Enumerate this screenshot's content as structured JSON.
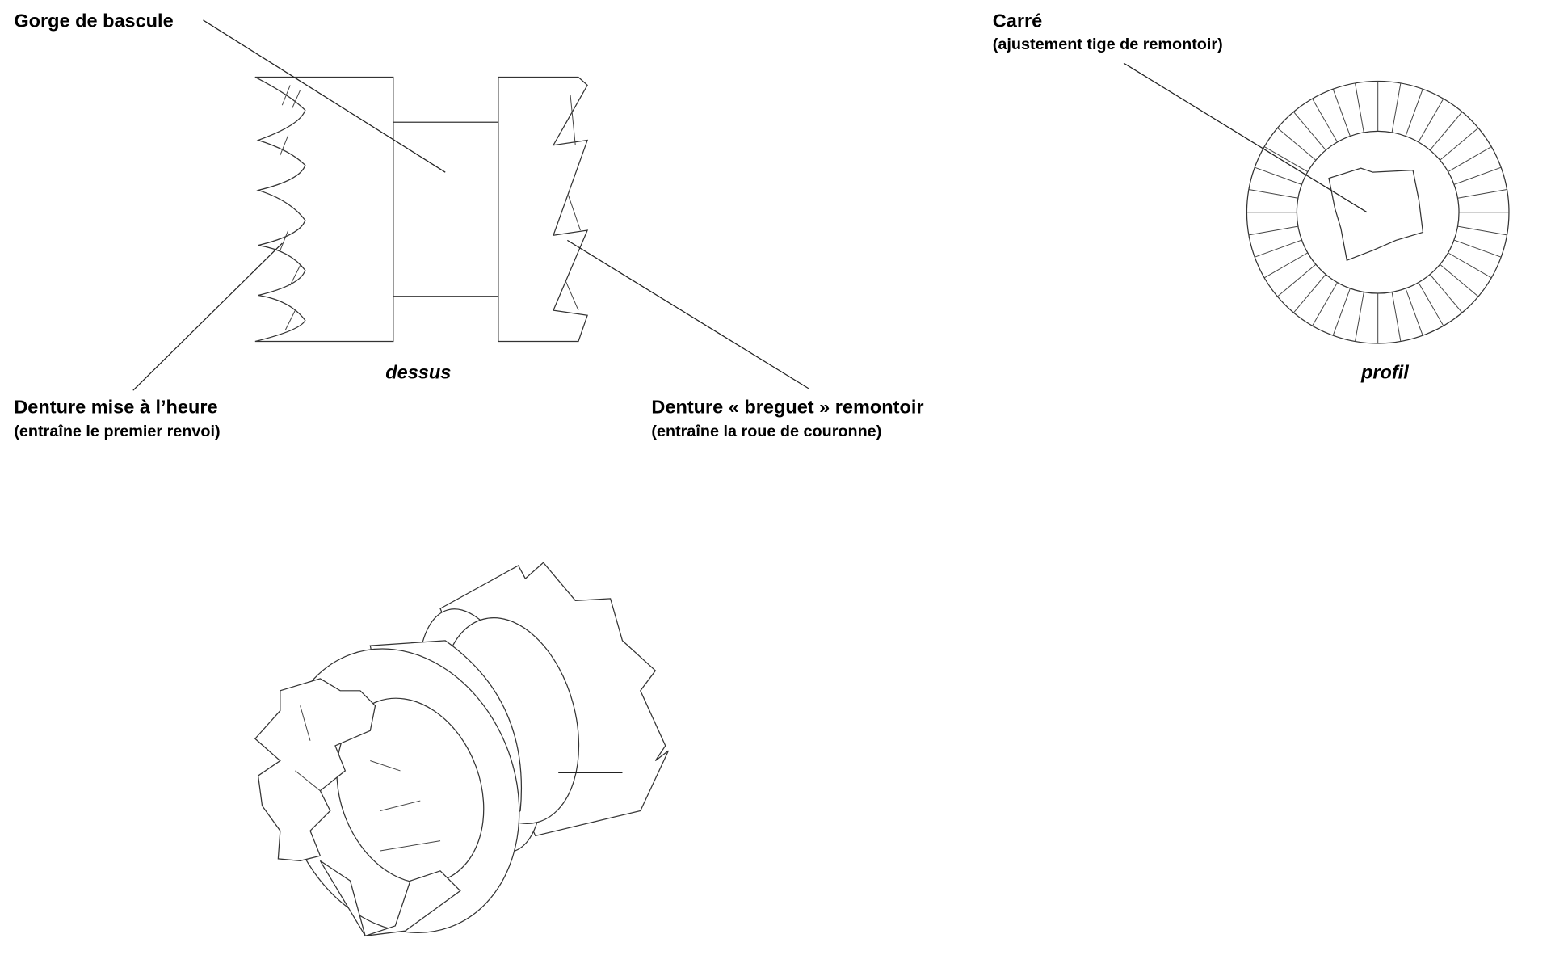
{
  "labels": {
    "gorge": "Gorge de bascule",
    "denture_heure_title": "Denture mise à l’heure",
    "denture_heure_sub": "(entraîne le premier renvoi)",
    "breguet_title": "Denture « breguet » remontoir",
    "breguet_sub": "(entraîne la roue de couronne)",
    "carre_title": "Carré",
    "carre_sub": "(ajustement tige de remontoir)"
  },
  "captions": {
    "top_view": "dessus",
    "profile_view": "profil"
  }
}
